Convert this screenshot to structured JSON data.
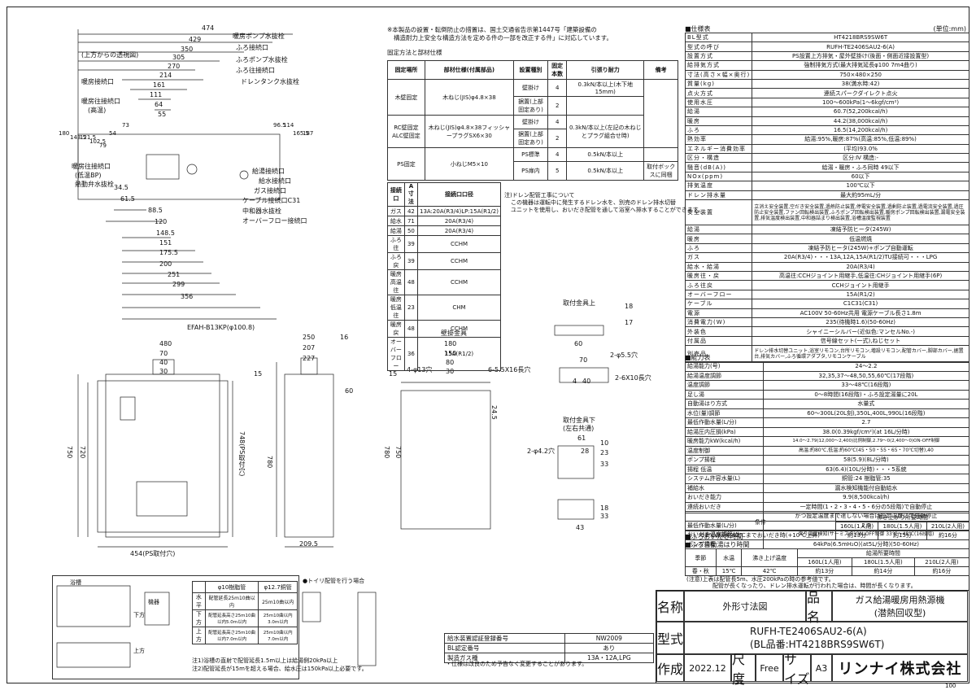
{
  "dims_top": {
    "items": [
      "474",
      "429",
      "350",
      "305",
      "270",
      "214",
      "161",
      "111",
      "64",
      "55"
    ],
    "labels": [
      "暖房ポンプ水抜栓",
      "ふろ接続口",
      "ふろポンプ水抜栓",
      "ふろ往接続口",
      "ドレンタンク水抜栓",
      "暖房接続口",
      "暖房往接続口",
      "(高温)"
    ],
    "view": "(上方からの透視図)",
    "left_dims": [
      "180",
      "143.5",
      "121.5",
      "102.5",
      "79",
      "54",
      "73"
    ],
    "right_dims": [
      "96.5",
      "114",
      "165.5",
      "187"
    ],
    "lower_labels": [
      "暖房往接続口",
      "(低温BP)",
      "熱動弁水抜栓",
      "給湯接続口",
      "給水接続口",
      "ガス接続口",
      "ケーブル接続口C31",
      "中和器水抜栓",
      "オーバーフロー接続口"
    ],
    "lower_dims": [
      "34.5",
      "61.5",
      "88.5",
      "120",
      "148.5",
      "151",
      "175.5",
      "200",
      "251",
      "299",
      "356"
    ]
  },
  "front": {
    "top": "480",
    "sub": [
      "70",
      "40",
      "30"
    ],
    "h1": "750",
    "h2": "720",
    "h3": "748(PS取付穴)",
    "bottom": "454(PS取付穴)",
    "vent": "EFAH-B13KP(φ100.8)"
  },
  "side": {
    "top": [
      "250",
      "207",
      "227",
      "16"
    ],
    "h": "780",
    "bottom": "209.5",
    "left": "15",
    "depth": "60"
  },
  "wall": {
    "title": "壁掛金具",
    "w": [
      "180",
      "150",
      "80",
      "30"
    ],
    "holes": "4-φ13穴",
    "slots": "6-5.5X16長穴",
    "h": "24.5",
    "h2": "780",
    "side": "750",
    "l": "15"
  },
  "bracket_top": {
    "title": "取付金具上",
    "d": [
      "60",
      "70",
      "40",
      "4",
      "2-φ5.5穴",
      "2-6X10長穴",
      "18",
      "17"
    ]
  },
  "bracket_bottom": {
    "title": "取付金具下",
    "sub": "(左右共通)",
    "d": [
      "61",
      "28",
      "2-φ4.2穴",
      "43",
      "10",
      "23",
      "33",
      "18",
      "33"
    ]
  },
  "notes": {
    "text1": "※本製品の設置・転倒防止の措置は、国土交通省告示第1447号「建築設備の",
    "text2": "構造耐力上安全な構造方法を定める件の一部を改正する件」に対応しています。",
    "sub": "固定方法と部材仕様"
  },
  "fix_table": {
    "head": [
      "固定場所",
      "部材仕様(付属部品)",
      "設置種別",
      "固定本数",
      "引張り耐力",
      "備考"
    ],
    "rows": [
      [
        "木壁固定",
        "木ねじ(JIS)φ4.8×38",
        "壁掛け",
        "4",
        "0.3kN/本以上(木下地15mm)"
      ],
      [
        "",
        "",
        "据置(上部固定あり)",
        "2",
        ""
      ],
      [
        "RC壁固定ALC壁固定",
        "木ねじ(JIS)φ4.8×38フィッシャープラグSX6×30",
        "壁掛け",
        "4",
        "0.3kN/本以上(左記の木ねじとプラグ組合せ時)"
      ],
      [
        "",
        "",
        "据置(上部固定あり)",
        "2",
        ""
      ],
      [
        "PS固定",
        "小ねじM5×10",
        "PS標準",
        "4",
        "0.5kN/本以上"
      ],
      [
        "",
        "",
        "PS扉内",
        "5",
        "0.5kN/本以上",
        "取付ボックスに同梱"
      ]
    ]
  },
  "conn_table": {
    "head": [
      "接続口",
      "A寸法",
      "接続口口径"
    ],
    "rows": [
      [
        "ガス",
        "42",
        "13A:20A(R3/4)LP:15A(R1/2)"
      ],
      [
        "給水",
        "71",
        "20A(R3/4)"
      ],
      [
        "給湯",
        "50",
        "20A(R3/4)"
      ],
      [
        "ふろ往",
        "39",
        "CCHM"
      ],
      [
        "ふろ戻",
        "39",
        "CCHM"
      ],
      [
        "暖房高温往",
        "48",
        "CCHM"
      ],
      [
        "暖房低温往",
        "23",
        "CHM"
      ],
      [
        "暖房戻",
        "48",
        "CCHM"
      ],
      [
        "オーバーフロー",
        "36",
        "15A(R1/2)"
      ]
    ]
  },
  "drain_note": [
    "注)ドレン配管工事について",
    "この機器は運転中に発生するドレン水を、別売のドレン排水切替",
    "ユニットを使用し、おいだき配管を通して浴室へ排水することができます。"
  ],
  "spec": {
    "title": "■仕様表",
    "unit": "(単位:mm)",
    "rows": [
      [
        "BL型式",
        "HT4218BRS9SW6T"
      ],
      [
        "型式の呼び",
        "RUFH-TE2406SAU2-6(A)"
      ],
      [
        "設置方式",
        "PS設置上方排気・屋外壁掛け(後面・側面近接設置型)"
      ],
      [
        "給排気方式",
        "強制排気方式(最大排気延長φ100 7m4曲り)"
      ],
      [
        "寸法(高さ×幅×奥行)",
        "750×480×250"
      ],
      [
        "質量(kg)",
        "38(満水時:42)"
      ],
      [
        "点火方式",
        "連続スパークダイレクト点火"
      ],
      [
        "使用水圧",
        "100〜600kPa(1〜6kgf/cm²)"
      ],
      [
        "給湯",
        "60.7(52,200kcal/h)"
      ],
      [
        "暖房",
        "44.2(38,000kcal/h)"
      ],
      [
        "ふろ",
        "16.5(14,200kcal/h)"
      ],
      [
        "熱効率",
        "給湯:95%,暖房:87%(高温:85%,低温:89%)"
      ],
      [
        "エネルギー消費効率",
        "(平均)93.0%"
      ],
      [
        "区分・構造",
        "区分:Ⅳ 構造:-"
      ],
      [
        "騒音(dB(A))",
        "給湯・暖房・ふろ同時 49以下"
      ],
      [
        "NOx(ppm)",
        "60以下"
      ],
      [
        "排気温度",
        "100℃以下"
      ],
      [
        "ドレン排水量",
        "最大約95mL/分"
      ]
    ],
    "safety": "立消え安全装置,空だき安全装置,過熱防止装置,停電安全装置,過剰防止装置,過電流安全装置,過圧防止安全装置,ファン回転検出装置,ふろポンプ回転検出装置,暖房ポンプ回転検出装置,漏電安全装置,排気温度検出装置,中和器詰まり検出装置,浴槽温度監視装置",
    "freeze": [
      [
        "給湯",
        "凍結予防ヒータ(245W)"
      ],
      [
        "暖房",
        "低温燃焼"
      ],
      [
        "ふろ",
        "凍結予防ヒータ(245W)+ポンプ自動運転"
      ]
    ],
    "connect": [
      [
        "ガス",
        "20A(R3/4)・・・13A,12A,15A(R1/2)TU接続可・・・LPG"
      ],
      [
        "給水・給湯",
        "20A(R3/4)"
      ],
      [
        "暖房往・戻",
        "高温往:CCHジョイント用継手,低温往:CHジョイント用継手(6P)"
      ],
      [
        "ふろ往戻",
        "CCHジョイント用継手"
      ],
      [
        "オーバーフロー",
        "15A(R1/2)"
      ],
      [
        "ケーブル",
        "C1C31(C31)"
      ]
    ],
    "power": "AC100V 50-60Hz共用 電源ケーブル長さ1.8m",
    "consumption": "235(待機時1.6)(50-60Hz)",
    "color": "シャイニーシルバー(近似色:マンセルNo.-)",
    "acc": "信号線セット(一式),ねじセット",
    "option": "ドレン排水切替ユニット,浴室リモコン,台所リモコン,増設リモコン,配管カバー,脚部カバー,据置台,排気カバー,ふろ循環アダプタ,リモコンケーブル"
  },
  "perf": {
    "title": "■能力表",
    "rows": [
      [
        "給湯能力(号)",
        "24〜2.2"
      ],
      [
        "給湯温度調節",
        "32,35,37〜48,50,55,60℃(17段階)"
      ],
      [
        "温度調節",
        "33〜48℃(16段階)"
      ],
      [
        "足し湯",
        "0〜8時間(16段階)・ふろ設定湯量に20L"
      ],
      [
        "自動湯はり方式",
        "水量式"
      ],
      [
        "水位(量)調節",
        "60〜300L(20L刻),350L,400L,990L(16段階)"
      ],
      [
        "最低作動水量(L/分)",
        "2.7"
      ],
      [
        "給湯圧内圧損(kPa)",
        "38.0(0.39kgf/cm²)(at 16L/分時)"
      ],
      [
        "暖房能力kW(kcal/h)",
        "14.0〜2.79(12,000〜2,400)比例制御,2.79〜0(2,400〜0)ON-OFF制御"
      ],
      [
        "温度制御",
        "高温:約80℃,低温:約60℃(45・50・55・65・70℃切替),40"
      ],
      [
        "ポンプ揚程",
        "58(5.9)(8L/分時)"
      ],
      [
        "揚程 低温",
        "63(6.4)(10L/分時)・・・5系統"
      ],
      [
        "システム許容水量(L)",
        "銅管:24 樹脂管:35"
      ],
      [
        "補給水",
        "漏水検知機能付自動給水"
      ],
      [
        "おいだき能力",
        "9.9(8,500kcal/h)"
      ],
      [
        "連続おいだき",
        "一定時間(1・2・3・4・5・6分の5段階)で自動停止"
      ],
      [
        "",
        "かつ設定温度まで達しない場合は設定温度にて自動停止"
      ],
      [
        "最低作動水量(L/分)",
        "2.9"
      ],
      [
        "おいだき温度調節(ℓ)",
        "戻り温度検知(サーミスタ)ON-OFF制御 33℃〜48℃(16段階)"
      ],
      [
        "ポンプ揚程",
        "64kPa(6.5mH₂O)(at5L/分時)(50-60Hz)"
      ]
    ]
  },
  "reheat": {
    "title": "■ふろおいだき時間",
    "cond": "条件",
    "head": "沸き上がり所要時間",
    "cols": [
      "160L(1人用)",
      "180L(1.5人用)",
      "210L(2人用)"
    ],
    "row": "32℃の湯を42℃までおいだき時(+10℃上昇)",
    "vals": [
      "約13分",
      "約15分",
      "約16分"
    ]
  },
  "fill": {
    "title": "■ふろ自動湯はり時間",
    "head": [
      "季節",
      "水温",
      "沸き上げ温度",
      "給湯所要時間"
    ],
    "cols": [
      "160L(1人用)",
      "180L(1.5人用)",
      "210L(2人用)"
    ],
    "row": [
      "春・秋",
      "15℃",
      "42℃",
      "約13分",
      "約14分",
      "約16分"
    ],
    "note1": "(注意)上表は配管長5m、水圧200kPaの時の参考値です。",
    "note2": "配管が長くなったり、ドレン排水運転が行われた場合は、時間が長くなります。"
  },
  "pipe": {
    "head": [
      "",
      "φ10樹脂管",
      "φ12.7銅管"
    ],
    "rows": [
      [
        "水平",
        "配管延長25m10曲以内",
        "25m10曲以内"
      ],
      [
        "下方",
        "配管延長高さ25m10曲以内5.0m以内",
        "25m10曲以内3.0m以内"
      ],
      [
        "上方",
        "配管延長高さ25m10曲以内7.0m以内",
        "25m10曲以内7.0m以内"
      ]
    ],
    "note1": "注1)浴槽の直射で配管延長1.5m以上は給湯側20kPa以上",
    "note2": "注2)配管延長が15mを超える場合、給水圧は150kPa以上必要です。",
    "toi": "●トイリ配管を行う場合",
    "l1": "浴槽",
    "l2": "下方",
    "l3": "上方",
    "l4": "機器"
  },
  "bl": {
    "rows": [
      [
        "給水装置認証登録番号",
        "NW2009"
      ],
      [
        "BL認定番号",
        "あり"
      ],
      [
        "製造ガス種",
        "13A・12A,LPG"
      ]
    ],
    "note": "・仕様は改良のため予告なく変更することがあります。"
  },
  "titleblock": {
    "name_l": "名称",
    "name": "外形寸法図",
    "pname_l": "品名",
    "pname1": "ガス給湯暖房用熱源機",
    "pname2": "(潜熱回収型)",
    "model_l": "型式",
    "model1": "RUFH-TE2406SAU2-6(A)",
    "model2": "(BL品番:HT4218BRS9SW6T)",
    "made_l": "作成",
    "date": "2022.12",
    "scale_l": "尺度",
    "scale": "Free",
    "size_l": "サイズ",
    "size": "A3",
    "company": "リンナイ株式会社",
    "page": "100"
  }
}
